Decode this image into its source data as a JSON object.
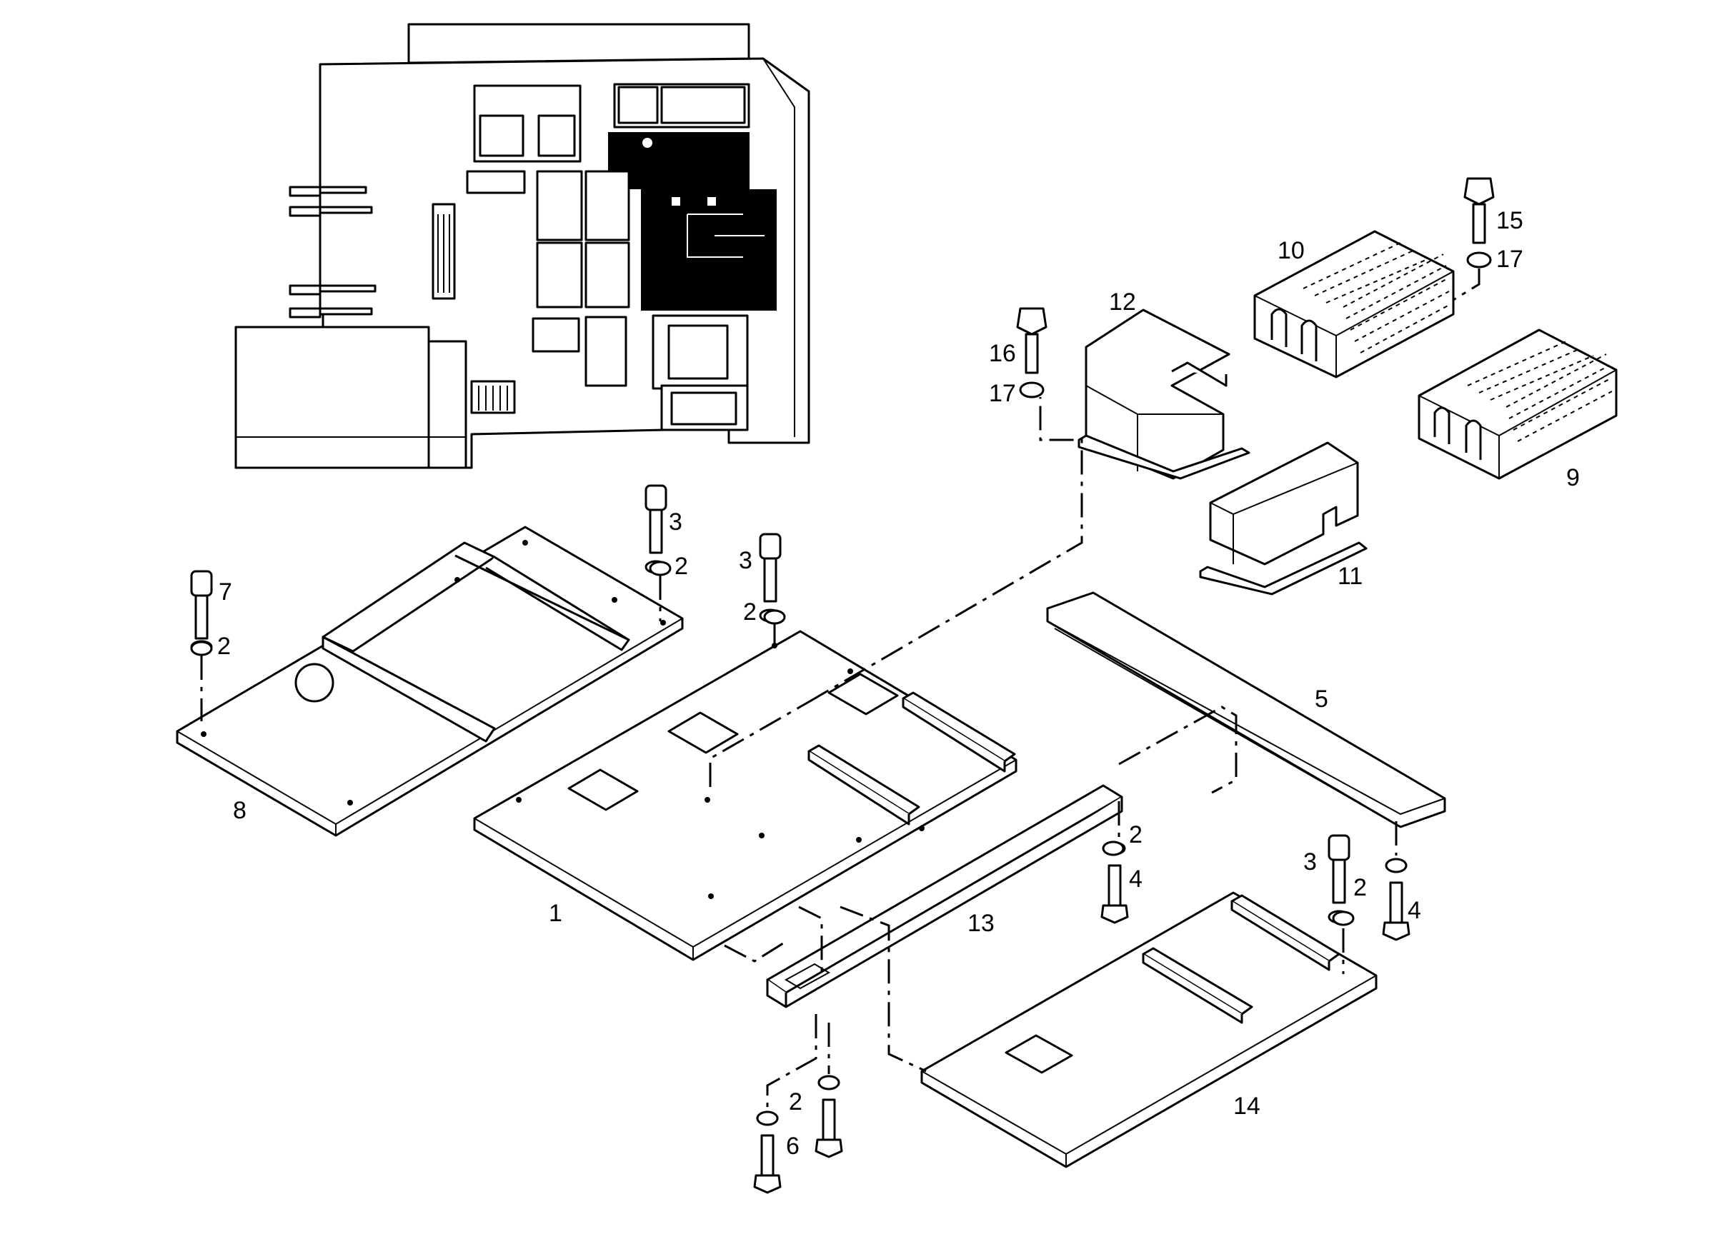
{
  "callouts": [
    {
      "id": "c1",
      "text": "1"
    },
    {
      "id": "c2a",
      "text": "2"
    },
    {
      "id": "c2b",
      "text": "2"
    },
    {
      "id": "c2c",
      "text": "2"
    },
    {
      "id": "c2d",
      "text": "2"
    },
    {
      "id": "c2e",
      "text": "2"
    },
    {
      "id": "c2f",
      "text": "2"
    },
    {
      "id": "c3a",
      "text": "3"
    },
    {
      "id": "c3b",
      "text": "3"
    },
    {
      "id": "c3c",
      "text": "3"
    },
    {
      "id": "c4a",
      "text": "4"
    },
    {
      "id": "c4b",
      "text": "4"
    },
    {
      "id": "c5",
      "text": "5"
    },
    {
      "id": "c6",
      "text": "6"
    },
    {
      "id": "c7",
      "text": "7"
    },
    {
      "id": "c8",
      "text": "8"
    },
    {
      "id": "c9",
      "text": "9"
    },
    {
      "id": "c10",
      "text": "10"
    },
    {
      "id": "c11",
      "text": "11"
    },
    {
      "id": "c12",
      "text": "12"
    },
    {
      "id": "c13",
      "text": "13"
    },
    {
      "id": "c14",
      "text": "14"
    },
    {
      "id": "c15",
      "text": "15"
    },
    {
      "id": "c16",
      "text": "16"
    },
    {
      "id": "c17a",
      "text": "17"
    },
    {
      "id": "c17b",
      "text": "17"
    }
  ]
}
